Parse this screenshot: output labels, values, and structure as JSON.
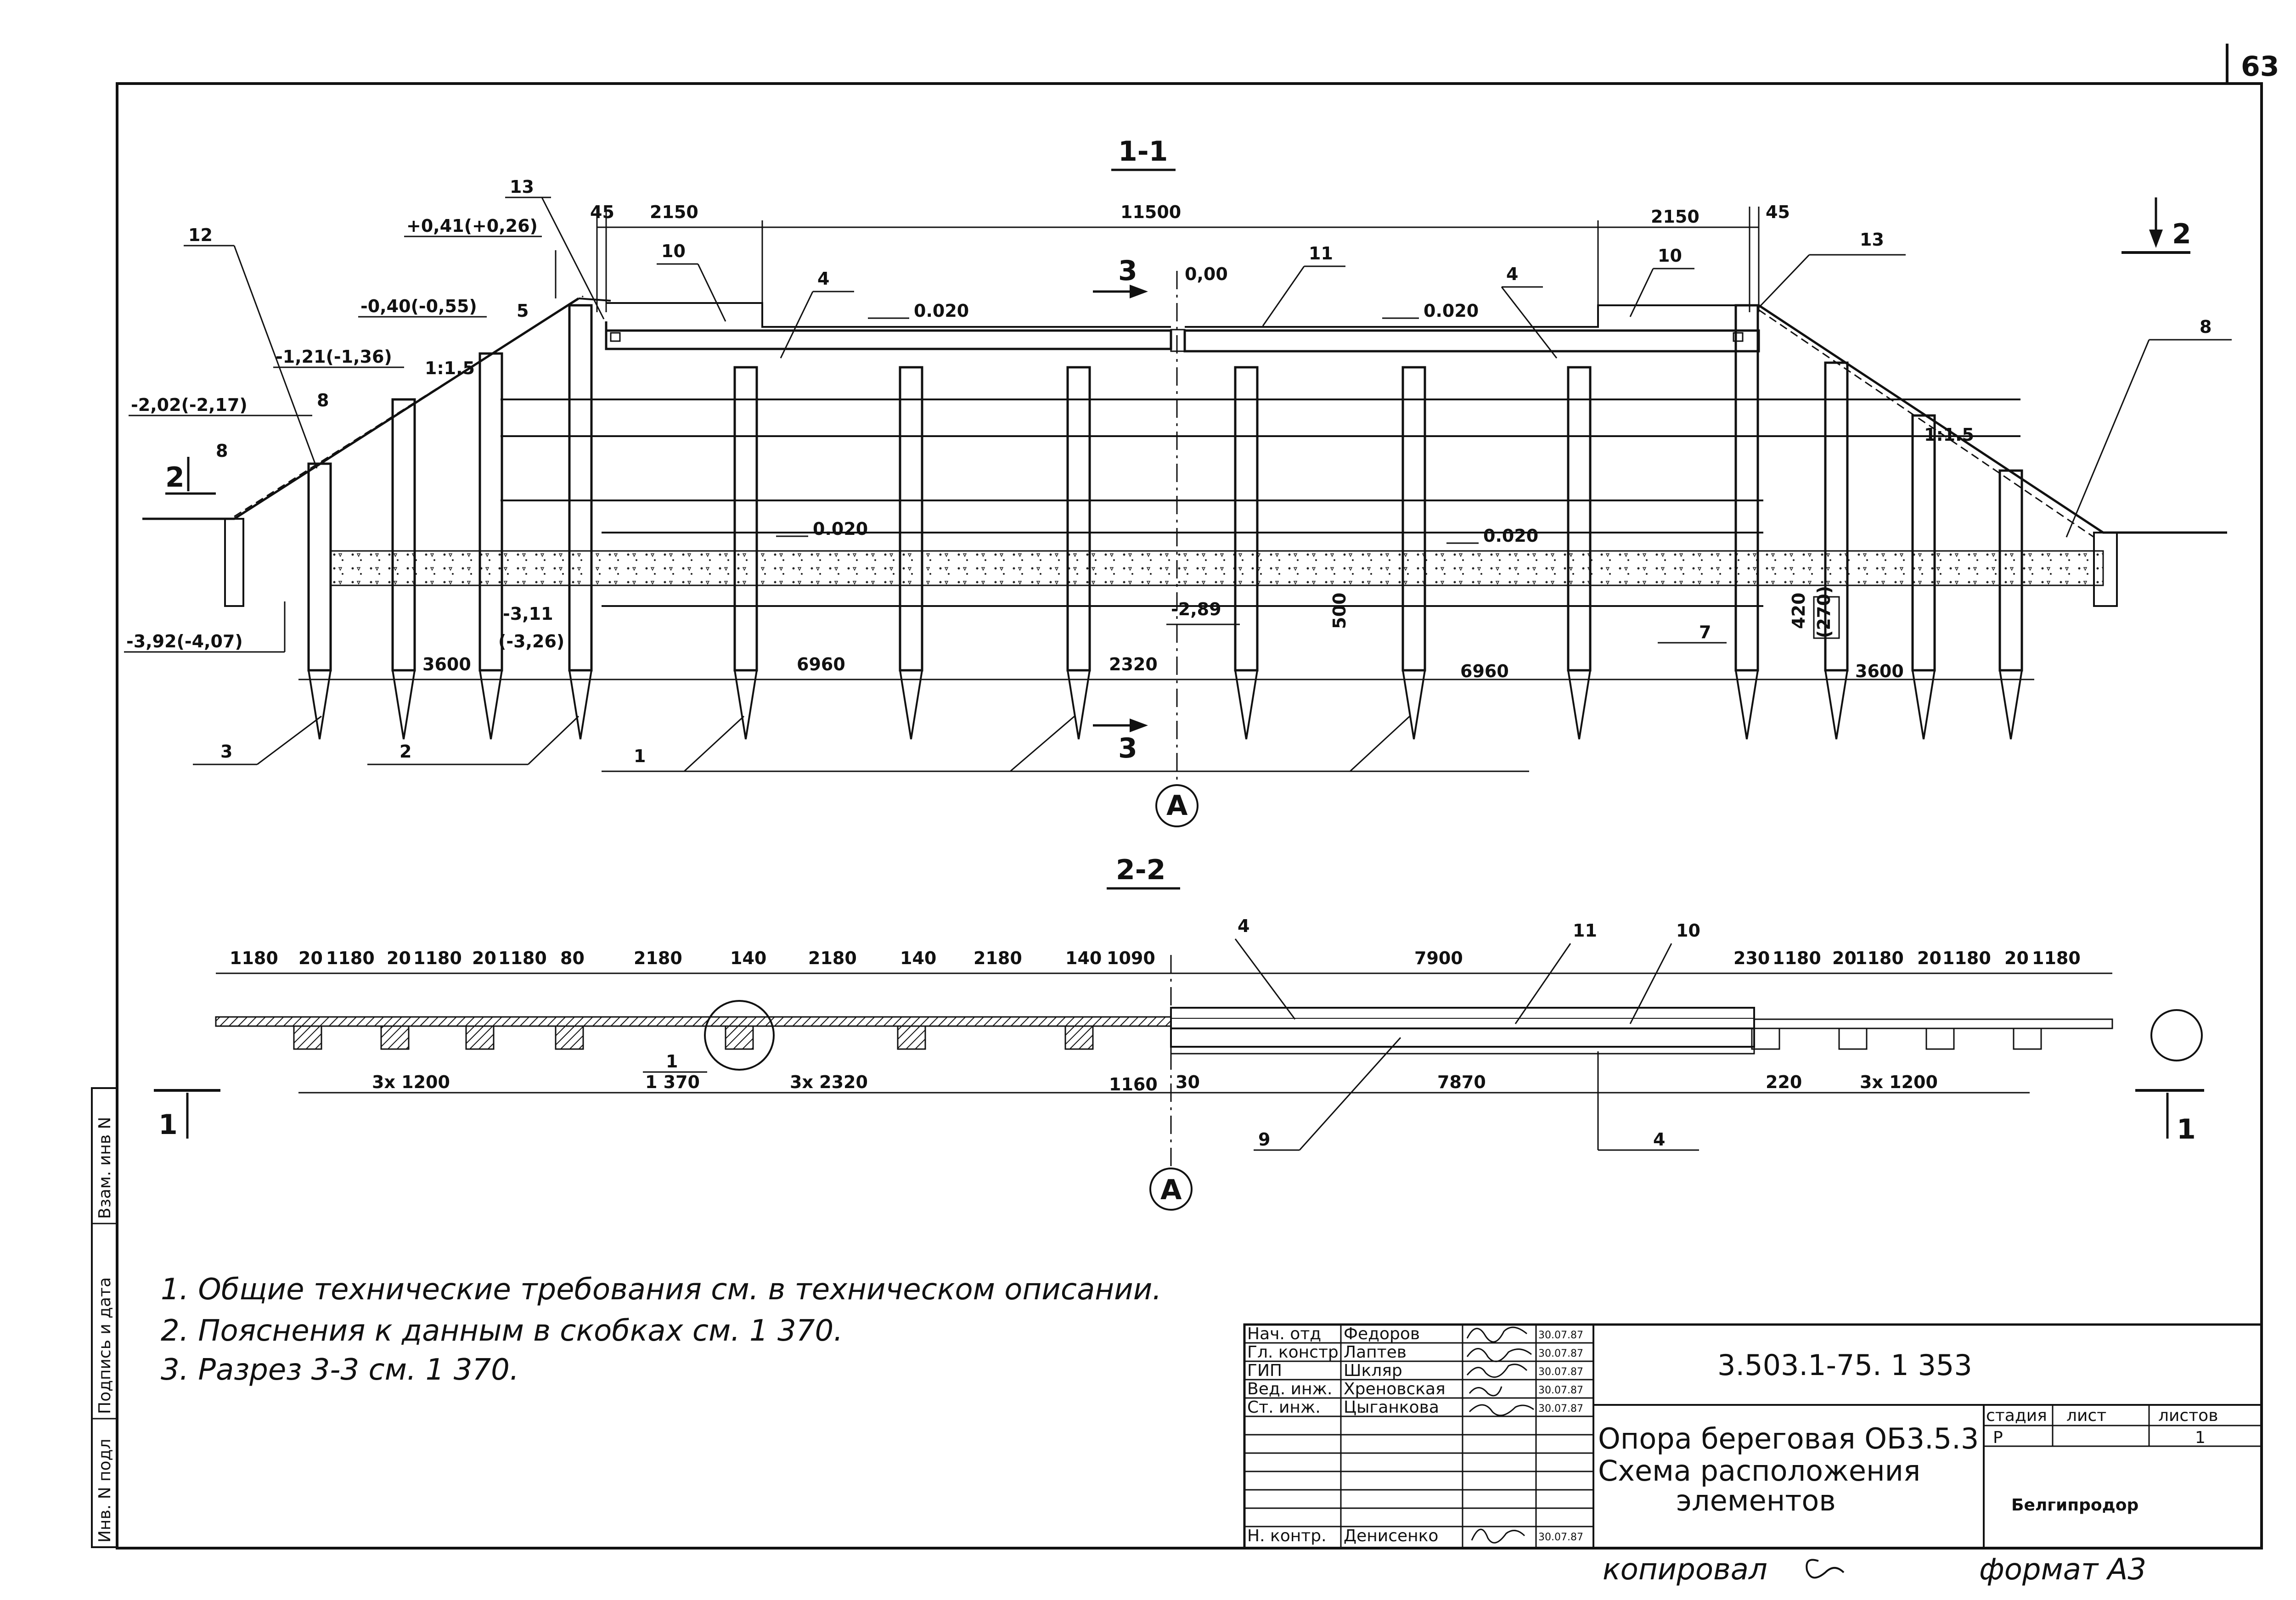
{
  "sheet_number": "63",
  "section_1_1": {
    "title": "1-1",
    "section_mark": "2",
    "spans": [
      "45",
      "2150",
      "11500",
      "2150",
      "45"
    ],
    "slopes": {
      "deck_left": "0.020",
      "deck_right": "0.020",
      "pile_cap_left": "0.020",
      "pile_cap_right": "0.020",
      "embankment_left": "1:1.5",
      "embankment_right": "1:1.5"
    },
    "elevations": {
      "top_left": "+0,41(+0,26)",
      "e_040": "-0,40(-0,55)",
      "e_121": "-1,21(-1,36)",
      "e_202": "-2,02(-2,17)",
      "e_392": "-3,92(-4,07)",
      "e_311": "-3,11",
      "e_326": "(-3,26)",
      "axis_zero": "0,00",
      "axis_289": "-2,89"
    },
    "pile_spacing": [
      "3600",
      "6960",
      "2320",
      "6960",
      "3600"
    ],
    "dims_vertical": [
      "500",
      "420",
      "(270)"
    ],
    "section_3": "3",
    "axis_label": "A",
    "callouts": [
      "13",
      "12",
      "10",
      "4",
      "5",
      "8",
      "11",
      "7",
      "3",
      "2",
      "1"
    ]
  },
  "section_2_2": {
    "title": "2-2",
    "section_mark": "1",
    "top_dims": [
      "1180",
      "20",
      "1180",
      "20",
      "1180",
      "20",
      "1180",
      "80",
      "2180",
      "140",
      "2180",
      "140",
      "2180",
      "140",
      "1090",
      "7900",
      "230",
      "1180",
      "20",
      "1180",
      "20",
      "1180",
      "20",
      "1180"
    ],
    "bottom_dims": [
      "3x 1200",
      "3x 2320",
      "1160",
      "30",
      "7870",
      "220",
      "3x 1200"
    ],
    "ref_note": "1",
    "ref_sheet": "1 370",
    "axis_label": "A",
    "callouts": [
      "4",
      "11",
      "10",
      "9",
      "4"
    ]
  },
  "notes": [
    "1. Общие технические требования см. в техническом описании.",
    "2. Пояснения к данным в скобках см. 1 370.",
    "3. Разрез 3-3 см. 1 370."
  ],
  "side_stamp": [
    "Инв. N подл",
    "Подпись и дата",
    "Взам. инв N"
  ],
  "title_block": {
    "doc_code": "3.503.1-75. 1 353",
    "title_lines": [
      "Опора береговая ОБ3.5.3",
      "Схема расположения",
      "элементов"
    ],
    "stage_header": "стадия",
    "sheet_header": "лист",
    "sheets_header": "листов",
    "stage": "Р",
    "sheets": "1",
    "organization": "Белгипродор",
    "signatures": [
      {
        "role": "Нач. отд",
        "name": "Федоров",
        "date": "30.07.87"
      },
      {
        "role": "Гл. констр",
        "name": "Лаптев",
        "date": "30.07.87"
      },
      {
        "role": "ГИП",
        "name": "Шкляр",
        "date": "30.07.87"
      },
      {
        "role": "Вед. инж.",
        "name": "Хреновская",
        "date": "30.07.87"
      },
      {
        "role": "Ст. инж.",
        "name": "Цыганкова",
        "date": "30.07.87"
      },
      {
        "role": "Н. контр.",
        "name": "Денисенко",
        "date": "30.07.87"
      }
    ],
    "copied": "копировал",
    "format": "формат А3"
  }
}
